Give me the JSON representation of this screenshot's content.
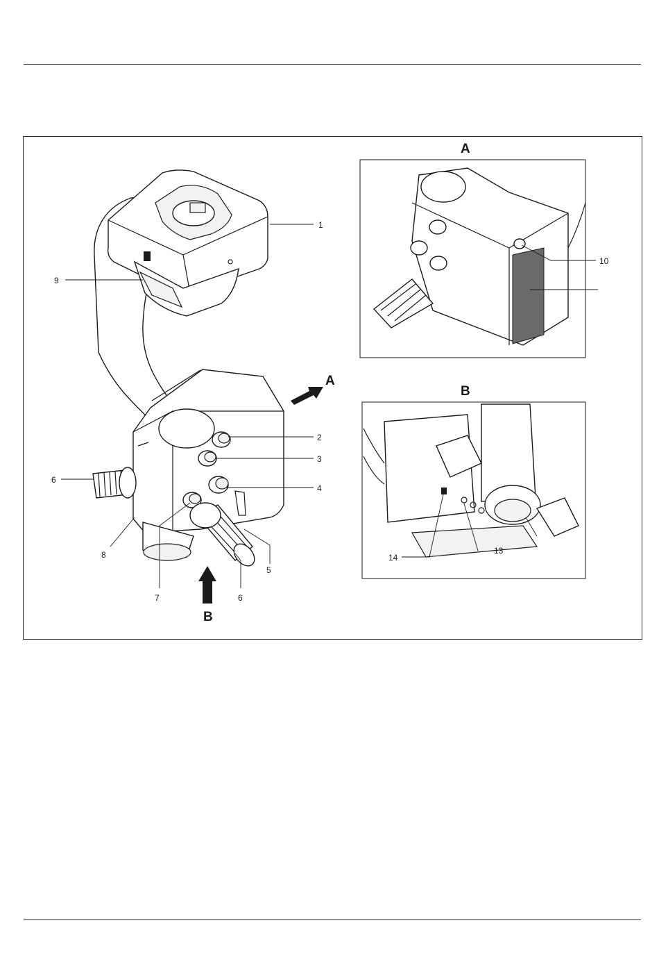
{
  "figure": {
    "view_labels": {
      "a": "A",
      "b": "B"
    },
    "callouts": {
      "c1": "1",
      "c2": "2",
      "c3": "3",
      "c4": "4",
      "c5": "5",
      "c6_left": "6",
      "c6_bottom": "6",
      "c7": "7",
      "c8": "8",
      "c9": "9",
      "c10": "10",
      "c13": "13",
      "c14": "14"
    },
    "arrows": {
      "a_label": "A",
      "b_label": "B"
    }
  }
}
